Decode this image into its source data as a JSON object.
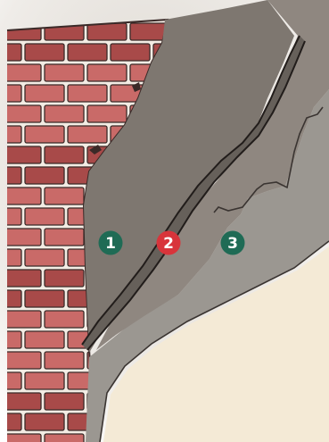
{
  "colors": {
    "brick": "#c96a68",
    "brick_dark": "#a84a49",
    "mortar": "#f3ece4",
    "brick_outline": "#3a2a28",
    "layer_one": "#7e7770",
    "layer_one_light": "#8f8780",
    "crack_band": "#66605a",
    "layer_three": "#9b9791",
    "plaster": "#f4ead6",
    "marker_green": "#1f6b55",
    "marker_red": "#d8343b",
    "ink": "#2b2624"
  },
  "markers": [
    {
      "label": "1",
      "color_key": "marker_green"
    },
    {
      "label": "2",
      "color_key": "marker_red"
    },
    {
      "label": "3",
      "color_key": "marker_green"
    }
  ]
}
